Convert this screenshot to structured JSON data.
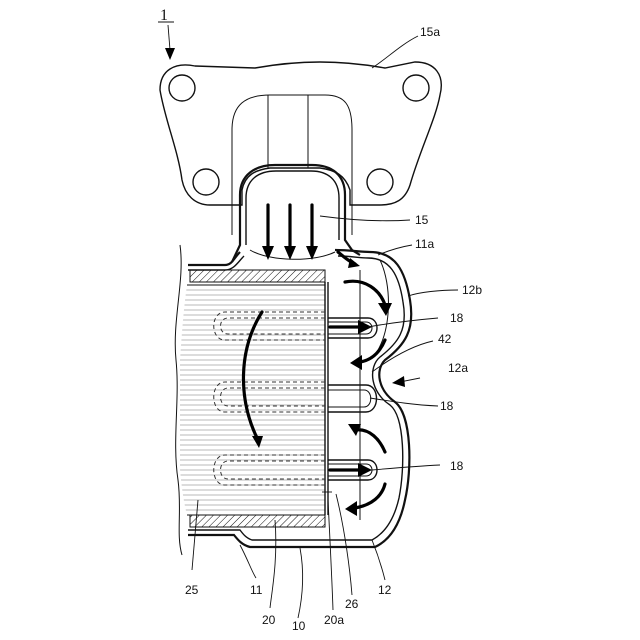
{
  "figure": {
    "main_label": "1",
    "labels": {
      "l15a": "15a",
      "l15": "15",
      "l11a": "11a",
      "l12b": "12b",
      "l18_top": "18",
      "l42": "42",
      "l12a": "12a",
      "l18_mid": "18",
      "l18_bot": "18",
      "l25": "25",
      "l11": "11",
      "l20": "20",
      "l10": "10",
      "l20a": "20a",
      "l26": "26",
      "l12": "12"
    }
  }
}
